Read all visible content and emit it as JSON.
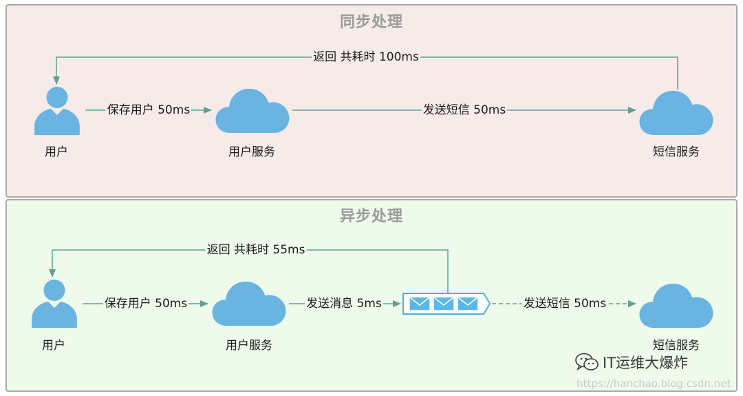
{
  "sync": {
    "title": "同步处理",
    "user_label": "用户",
    "user_service_label": "用户服务",
    "sms_service_label": "短信服务",
    "save_user_label": "保存用户 50ms",
    "send_sms_label": "发送短信 50ms",
    "return_label": "返回 共耗时 100ms"
  },
  "async": {
    "title": "异步处理",
    "user_label": "用户",
    "user_service_label": "用户服务",
    "sms_service_label": "短信服务",
    "save_user_label": "保存用户 50ms",
    "send_message_label": "发送消息 5ms",
    "send_sms_label": "发送短信 50ms",
    "return_label": "返回 共耗时 55ms"
  },
  "watermark": {
    "icon": "wechat-icon",
    "text": "IT运维大爆炸",
    "url": "https://hanchao.blog.csdn.net"
  },
  "colors": {
    "icon_blue": "#6ab4e2",
    "arrow": "#5f9f96",
    "queue_border": "#4fb0e0",
    "sync_bg": "#f6ebe9",
    "async_bg": "#eefaea"
  }
}
